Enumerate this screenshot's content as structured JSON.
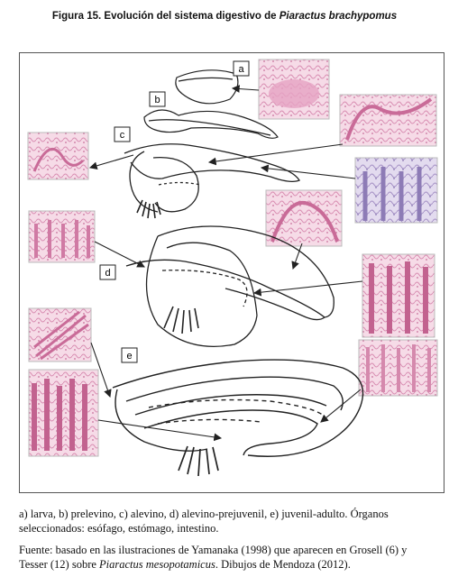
{
  "figure": {
    "title_prefix": "Figura 15. Evolución del sistema digestivo de ",
    "title_species": "Piaractus brachypomus",
    "stage_labels": [
      "a",
      "b",
      "c",
      "d",
      "e"
    ]
  },
  "caption": {
    "text": "a) larva, b) prelevino, c) alevino, d) alevino-prejuvenil, e) juvenil-adulto. Órganos seleccionados: esófago, estómago, intestino."
  },
  "source": {
    "prefix": "Fuente: basado en las ilustraciones de Yamanaka (1998) que aparecen en Grosell (6) y Tesser (12) sobre ",
    "species": "Piaractus mesopotamicus",
    "suffix": ". Dibujos de Mendoza (2012)."
  },
  "colors": {
    "tissue_pink": "#e3a9c4",
    "tissue_purple": "#b7a3cf",
    "line": "#222222"
  }
}
